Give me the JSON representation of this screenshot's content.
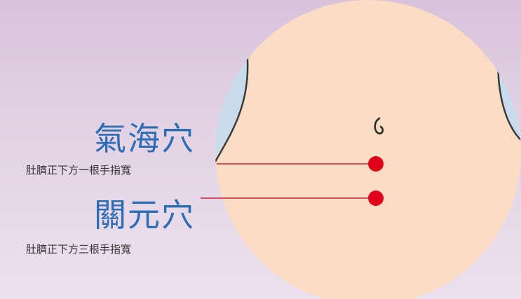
{
  "points": [
    {
      "name": "氣海穴",
      "description": "肚臍正下方一根手指寬"
    },
    {
      "name": "關元穴",
      "description": "肚臍正下方三根手指寬"
    }
  ],
  "colors": {
    "background": "#e3d3e5",
    "skin": "#fbdcc4",
    "side_shade": "#c8dcec",
    "outline": "#3a3a3a",
    "marker": "#e0001b",
    "leader_line": "#c93a4a",
    "title_text": "#2d6db4",
    "sub_text": "#333333"
  }
}
